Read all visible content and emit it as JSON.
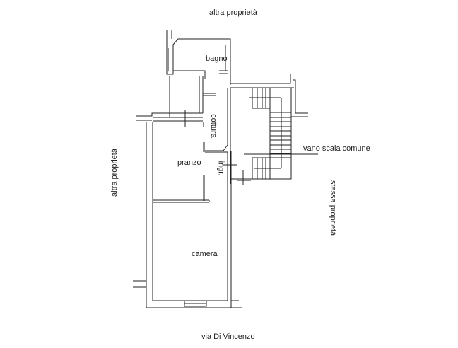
{
  "labels": {
    "top": "altra proprietà",
    "left": "altra proprietà",
    "right": "stessa proprietà",
    "bottom": "via Di Vincenzo",
    "bagno": "bagno",
    "cottura": "cottura",
    "pranzo": "pranzo",
    "ingresso": "ingr.",
    "camera": "camera",
    "stair": "vano scala comune"
  },
  "colors": {
    "line": "#222222",
    "background": "#ffffff"
  }
}
